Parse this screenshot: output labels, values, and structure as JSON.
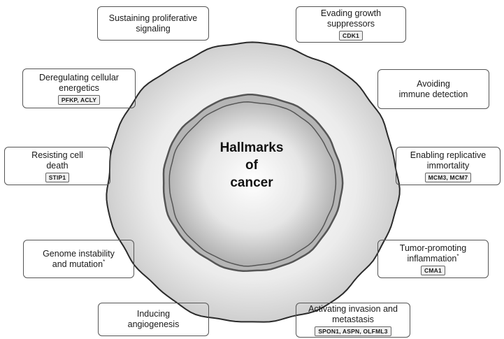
{
  "center": {
    "title": "Hallmarks\nof\ncancer"
  },
  "hallmarks": [
    {
      "id": "sustaining",
      "title": "Sustaining proliferative\nsignaling",
      "style": "grey",
      "genes": ""
    },
    {
      "id": "evading",
      "title": "Evading growth\nsuppressors",
      "style": "grey",
      "genes": "CDK1"
    },
    {
      "id": "deregulating",
      "title": "Deregulating cellular\nenergetics",
      "style": "white",
      "genes": "PFKP, ACLY"
    },
    {
      "id": "avoiding",
      "title": "Avoiding\nimmune detection",
      "style": "white",
      "genes": ""
    },
    {
      "id": "resisting",
      "title": "Resisting cell\ndeath",
      "style": "grey",
      "genes": "STIP1"
    },
    {
      "id": "enabling",
      "title": "Enabling replicative\nimmortality",
      "style": "grey",
      "genes": "MCM3, MCM7"
    },
    {
      "id": "genome",
      "title": "Genome instability\nand mutation",
      "style": "white",
      "genes": "",
      "mark": "*"
    },
    {
      "id": "tumor",
      "title": "Tumor-promoting\ninflammation",
      "style": "white",
      "genes": "CMA1",
      "mark": "*"
    },
    {
      "id": "inducing",
      "title": "Inducing\nangiogenesis",
      "style": "grey",
      "genes": ""
    },
    {
      "id": "activating",
      "title": "Activating invasion and\nmetastasis",
      "style": "grey",
      "genes": "SPON1, ASPN, OLFML3"
    }
  ],
  "colors": {
    "grey_box": "#cccccc",
    "white_box": "#ffffff",
    "cell_outer": "#e0e0e0",
    "nucleus": "#c8c8c8"
  }
}
